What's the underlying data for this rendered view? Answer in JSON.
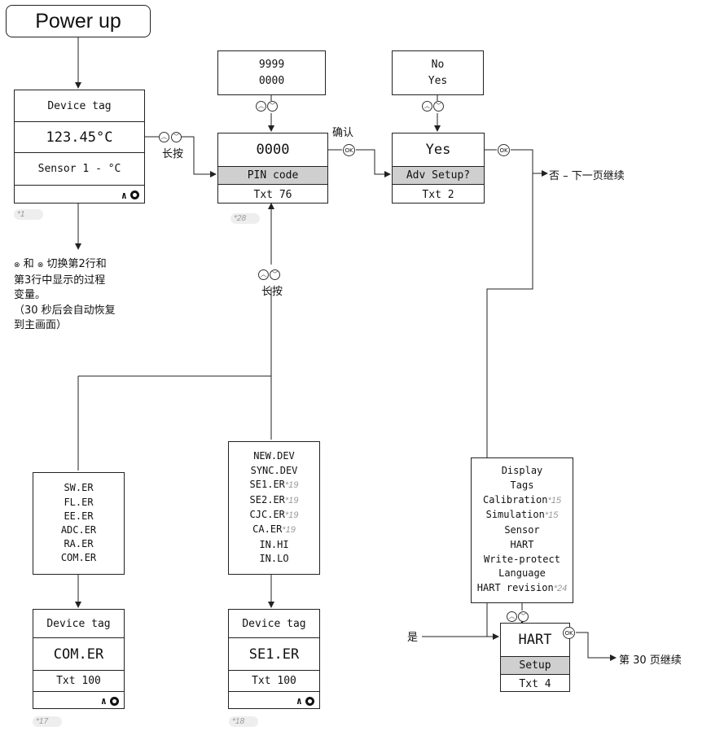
{
  "power_up": "Power up",
  "main_display": {
    "tag": "Device tag",
    "value": "123.45°C",
    "sensor": "Sensor 1 - °C",
    "footnote": "*1"
  },
  "nav_note": {
    "line1": "⦻ 和 ⦻ 切换第2行和",
    "line1_text": "和",
    "line1_rest": "切换第2行和",
    "line2": "第3行中显示的过程",
    "line3": "变量。",
    "line4": "（30 秒后会自动恢复",
    "line5": "到主画面）"
  },
  "long_press": "长按",
  "confirm": "确认",
  "pin_options": [
    "9999",
    "0000"
  ],
  "pin_display": {
    "value": "0000",
    "label": "PIN code",
    "txt": "Txt 76",
    "footnote": "*28"
  },
  "adv_options": [
    "No",
    "Yes"
  ],
  "adv_display": {
    "value": "Yes",
    "label": "Adv Setup?",
    "txt": "Txt 2"
  },
  "no_next": "否 – 下一页继续",
  "yes_label": "是",
  "error_list": [
    "SW.ER",
    "FL.ER",
    "EE.ER",
    "ADC.ER",
    "RA.ER",
    "COM.ER"
  ],
  "alarm_list": [
    {
      "text": "NEW.DEV",
      "note": ""
    },
    {
      "text": "SYNC.DEV",
      "note": ""
    },
    {
      "text": "SE1.ER",
      "note": "*19"
    },
    {
      "text": "SE2.ER",
      "note": "*19"
    },
    {
      "text": "CJC.ER",
      "note": "*19"
    },
    {
      "text": "CA.ER",
      "note": "*19"
    },
    {
      "text": "IN.HI",
      "note": ""
    },
    {
      "text": "IN.LO",
      "note": ""
    }
  ],
  "error_display": {
    "tag": "Device tag",
    "value": "COM.ER",
    "txt": "Txt 100",
    "footnote": "*17"
  },
  "alarm_display": {
    "tag": "Device tag",
    "value": "SE1.ER",
    "txt": "Txt 100",
    "footnote": "*18"
  },
  "setup_menu": [
    {
      "text": "Display",
      "note": ""
    },
    {
      "text": "Tags",
      "note": ""
    },
    {
      "text": "Calibration",
      "note": "*15"
    },
    {
      "text": "Simulation",
      "note": "*15"
    },
    {
      "text": "Sensor",
      "note": ""
    },
    {
      "text": "HART",
      "note": ""
    },
    {
      "text": "Write-protect",
      "note": ""
    },
    {
      "text": "Language",
      "note": ""
    },
    {
      "text": "HART revision",
      "note": "*24"
    }
  ],
  "hart_display": {
    "value": "HART",
    "label": "Setup",
    "txt": "Txt 4"
  },
  "continue_30": "第 30 页继续",
  "ok_label": "OK"
}
